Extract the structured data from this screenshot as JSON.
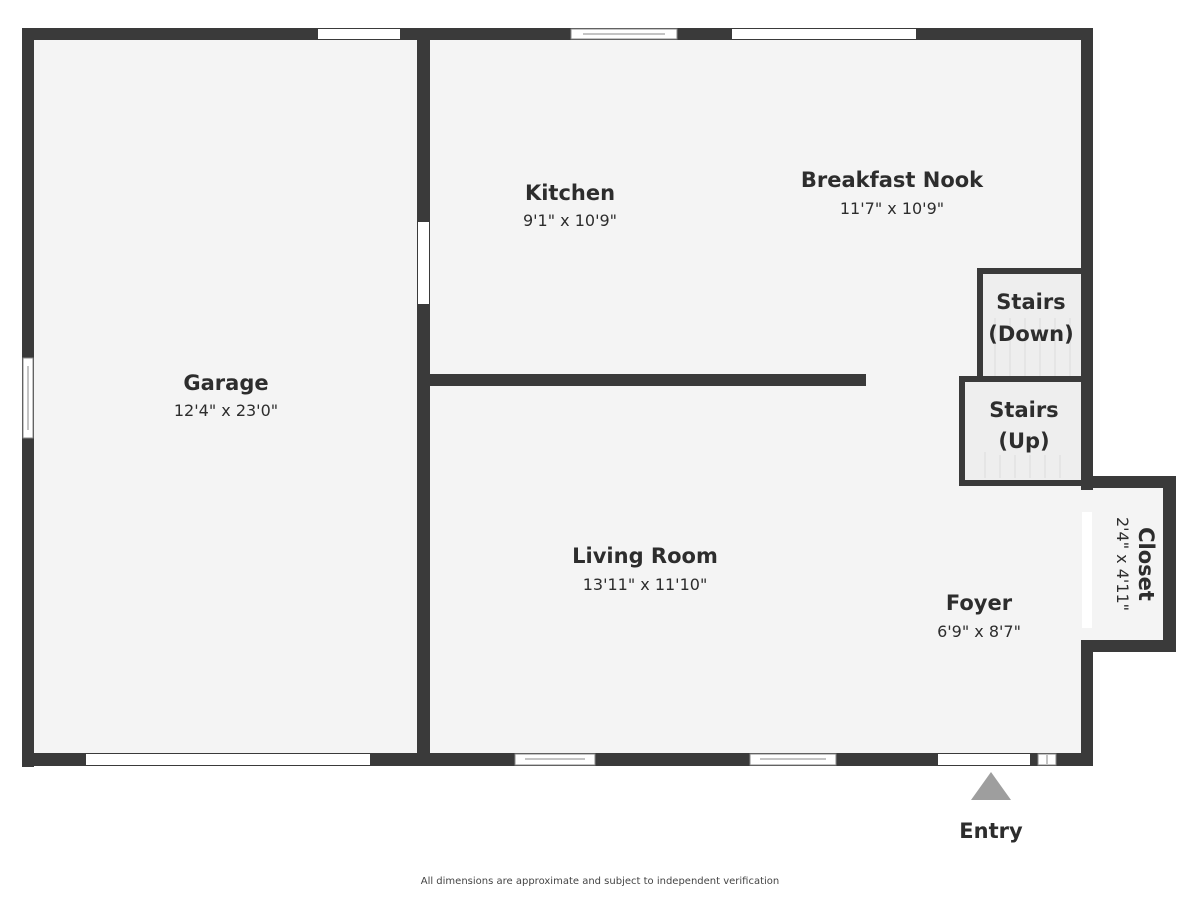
{
  "rooms": {
    "garage": {
      "name": "Garage",
      "dims": "12'4\" x 23'0\""
    },
    "kitchen": {
      "name": "Kitchen",
      "dims": "9'1\" x 10'9\""
    },
    "breakfast_nook": {
      "name": "Breakfast Nook",
      "dims": "11'7\" x 10'9\""
    },
    "stairs_down": {
      "name_line1": "Stairs",
      "name_line2": "(Down)"
    },
    "stairs_up": {
      "name_line1": "Stairs",
      "name_line2": "(Up)"
    },
    "living_room": {
      "name": "Living Room",
      "dims": "13'11\" x 11'10\""
    },
    "foyer": {
      "name": "Foyer",
      "dims": "6'9\" x 8'7\""
    },
    "closet": {
      "name": "Closet",
      "dims": "2'4\" x 4'11\""
    }
  },
  "entry_label": "Entry",
  "disclaimer": "All dimensions are approximate and subject to independent verification",
  "colors": {
    "wall": "#3a3a3a",
    "floor": "#f4f4f4",
    "opening": "#ffffff",
    "arrow": "#9e9e9e",
    "text": "#2d2d2d"
  }
}
